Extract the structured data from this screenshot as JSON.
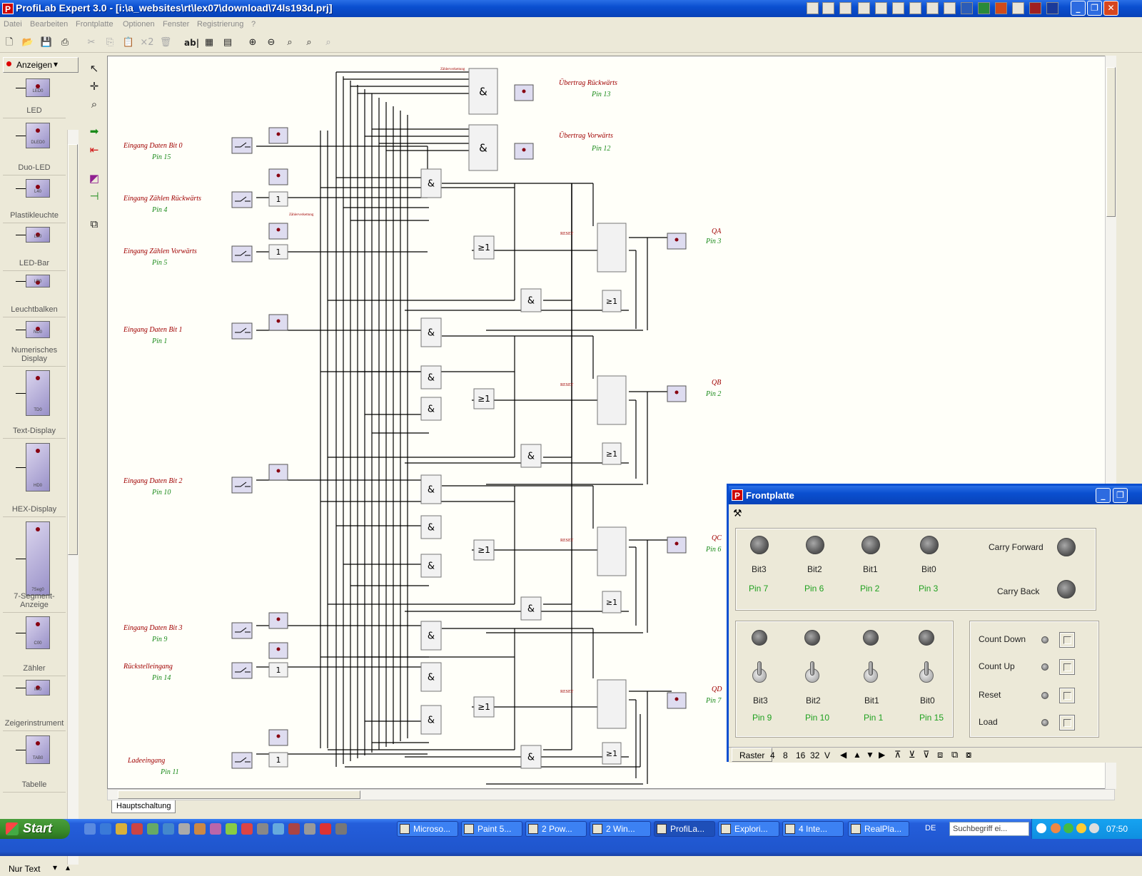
{
  "window": {
    "title": "ProfiLab Expert 3.0 - [i:\\a_websites\\rt\\lex07\\download\\74ls193d.prj]",
    "app_icon": "profilab-icon",
    "controls": [
      "minimize-icon",
      "restore-icon",
      "close-icon"
    ]
  },
  "menu": [
    "Datei",
    "Bearbeiten",
    "Frontplatte",
    "Optionen",
    "Fenster",
    "Registrierung",
    "?"
  ],
  "toolbar": {
    "buttons": [
      "new-icon",
      "open-icon",
      "save-icon",
      "print-icon",
      "cut-icon",
      "copy-icon",
      "paste-icon",
      "duplicate-icon",
      "delete-icon",
      "label-icon",
      "grid-icon",
      "list-icon",
      "zoom-in-icon",
      "zoom-out-icon",
      "zoom-fit-icon",
      "zoom-all-icon",
      "zoom-disabled-icon"
    ],
    "duplicate_label": "×2",
    "label_button": "ab|"
  },
  "palette": {
    "header": "Anzeigen",
    "items": [
      {
        "label": "LED",
        "chip": "LED0"
      },
      {
        "label": "Duo-LED",
        "chip": "DLED0"
      },
      {
        "label": "Plastikleuchte",
        "chip": "L40"
      },
      {
        "label": "LED-Bar",
        "chip": "LB0"
      },
      {
        "label": "Leuchtbalken",
        "chip": "LB0"
      },
      {
        "label": "Numerisches Display",
        "chip": "ND0"
      },
      {
        "label": "Text-Display",
        "chip": "TD0"
      },
      {
        "label": "HEX-Display",
        "chip": "HD0"
      },
      {
        "label": "7-Segment-Anzeige",
        "chip": "7Seg0"
      },
      {
        "label": "Zähler",
        "chip": "C00"
      },
      {
        "label": "Zeigerinstrument",
        "chip": "IM0"
      },
      {
        "label": "Tabelle",
        "chip": "TAB0"
      }
    ],
    "footer": "Nur Text"
  },
  "vertical_tools": [
    "pointer-icon",
    "crosshair-icon",
    "magnifier-icon",
    "arrow-green-icon",
    "arrow-red-icon",
    "gradient-icon",
    "connect-icon",
    "swap-icon"
  ],
  "schematic": {
    "input_labels": [
      {
        "text": "Eingang Daten Bit 0",
        "pin": "Pin 15"
      },
      {
        "text": "Eingang Zählen Rückwärts",
        "pin": "Pin 4"
      },
      {
        "text": "Eingang Zählen Vorwärts",
        "pin": "Pin 5"
      },
      {
        "text": "Eingang Daten Bit 1",
        "pin": "Pin 1"
      },
      {
        "text": "Eingang Daten Bit 2",
        "pin": "Pin 10"
      },
      {
        "text": "Eingang Daten Bit 3",
        "pin": "Pin 9"
      },
      {
        "text": "Rückstelleingang",
        "pin": "Pin 14"
      },
      {
        "text": "Ladeeingang",
        "pin": "Pin 11"
      }
    ],
    "output_labels": [
      {
        "text": "Übertrag Rückwärts",
        "pin": "Pin 13"
      },
      {
        "text": "Übertrag Vorwärts",
        "pin": "Pin 12"
      },
      {
        "text": "QA",
        "pin": "Pin 3"
      },
      {
        "text": "QB",
        "pin": "Pin 2"
      },
      {
        "text": "QC",
        "pin": "Pin 6"
      },
      {
        "text": "QD",
        "pin": "Pin 7"
      }
    ],
    "reset_label": "RESET",
    "small_red_label": "Zählerverkettung",
    "and_symbol": "&",
    "or_symbol": "≥1",
    "not_symbol": "1",
    "sheet_tab": "Hauptschaltung"
  },
  "frontplatte": {
    "title": "Frontplatte",
    "outputs": [
      {
        "label": "Bit3",
        "pin": "Pin 7"
      },
      {
        "label": "Bit2",
        "pin": "Pin 6"
      },
      {
        "label": "Bit1",
        "pin": "Pin 2"
      },
      {
        "label": "Bit0",
        "pin": "Pin 3"
      }
    ],
    "carry": [
      {
        "label": "Carry Forward"
      },
      {
        "label": "Carry Back"
      }
    ],
    "inputs": [
      {
        "label": "Bit3",
        "pin": "Pin 9"
      },
      {
        "label": "Bit2",
        "pin": "Pin 10"
      },
      {
        "label": "Bit1",
        "pin": "Pin 1"
      },
      {
        "label": "Bit0",
        "pin": "Pin 15"
      }
    ],
    "controls": [
      "Count Down",
      "Count Up",
      "Reset",
      "Load"
    ],
    "status": {
      "raster_label": "Raster",
      "values": [
        "4",
        "8",
        "16",
        "32",
        "V"
      ]
    }
  },
  "taskbar": {
    "start": "Start",
    "tasks": [
      {
        "label": "Microso..."
      },
      {
        "label": "Paint 5..."
      },
      {
        "label": "2 Pow..."
      },
      {
        "label": "2 Win..."
      },
      {
        "label": "ProfiLa..."
      },
      {
        "label": "Explori..."
      },
      {
        "label": "4 Inte..."
      },
      {
        "label": "RealPla..."
      }
    ],
    "language": "DE",
    "search_placeholder": "Suchbegriff ei...",
    "clock": "07:50"
  },
  "colors": {
    "canvas_bg": "#fffff9",
    "label_red": "#a00000",
    "label_green": "#1a8a1a",
    "wire": "#000000",
    "xp_blue": "#0a4fd0"
  }
}
